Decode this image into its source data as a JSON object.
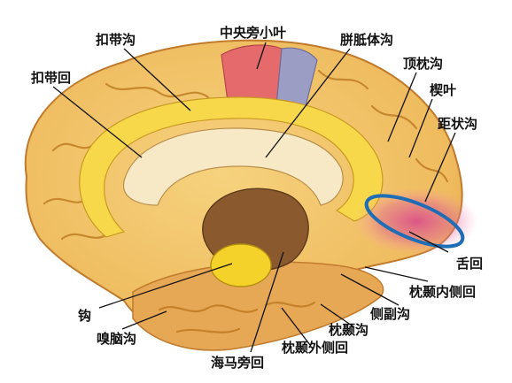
{
  "figure": {
    "colors": {
      "cortex": "#f2c46a",
      "cortex_shadow": "#d38a35",
      "cingulate": "#f6d84a",
      "corpus_callosum": "#f7e9c6",
      "paracentral_red": "#e46a6c",
      "paracentral_blue": "#9c9dc4",
      "thalamus_cut": "#8a5a2e",
      "uncus": "#f4d22a",
      "occipital_glow": "#d94b8a",
      "highlight_ring": "#1f6db5"
    },
    "labels": {
      "cingulate_sulcus": "扣带沟",
      "paracentral_lobule": "中央旁小叶",
      "callosal_sulcus": "胼胝体沟",
      "cingulate_gyrus": "扣带回",
      "parieto_occipital_sulcus": "顶枕沟",
      "cuneus": "楔叶",
      "calcarine_sulcus": "距状沟",
      "lingual_gyrus": "舌回",
      "medial_occipitotemporal_gyrus": "枕颞内侧回",
      "collateral_sulcus": "侧副沟",
      "occipitotemporal_sulcus": "枕颞沟",
      "lateral_occipitotemporal_gyrus": "枕颞外侧回",
      "parahippocampal_gyrus": "海马旁回",
      "rhinal_sulcus": "嗅脑沟",
      "uncus": "钩"
    }
  }
}
